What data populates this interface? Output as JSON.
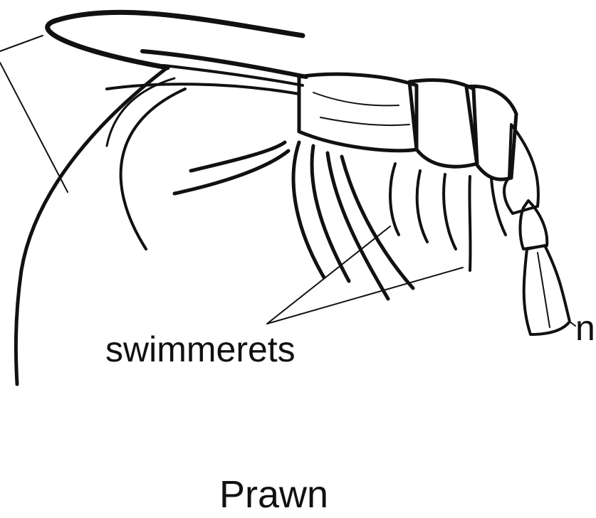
{
  "diagram": {
    "title": "Prawn",
    "labels": {
      "swimmerets": "swimmerets",
      "cropped_label_fragment": "n"
    },
    "icon": "prawn-line-drawing"
  }
}
